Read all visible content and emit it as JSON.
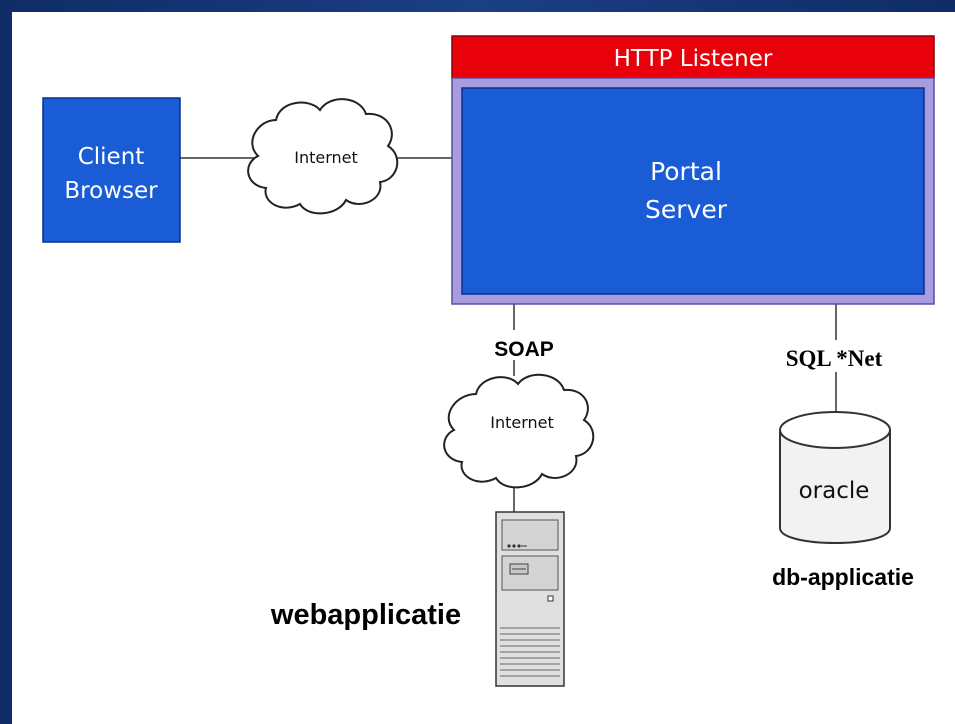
{
  "diagram": {
    "http_listener": "HTTP Listener",
    "client": {
      "line1": "Client",
      "line2": "Browser"
    },
    "portal": {
      "line1": "Portal",
      "line2": "Server"
    },
    "internet_top": "Internet",
    "internet_bottom": "Internet",
    "soap": "SOAP",
    "sqlnet": "SQL *Net",
    "oracle": "oracle",
    "db_app": "db-applicatie",
    "web_app": "webapplicatie"
  },
  "colors": {
    "slide_bg": "#17356f",
    "box_blue": "#1a5cd6",
    "listener_red": "#e8000b",
    "portal_frame": "#a99be0",
    "cylinder_body": "#f2f2f2"
  }
}
